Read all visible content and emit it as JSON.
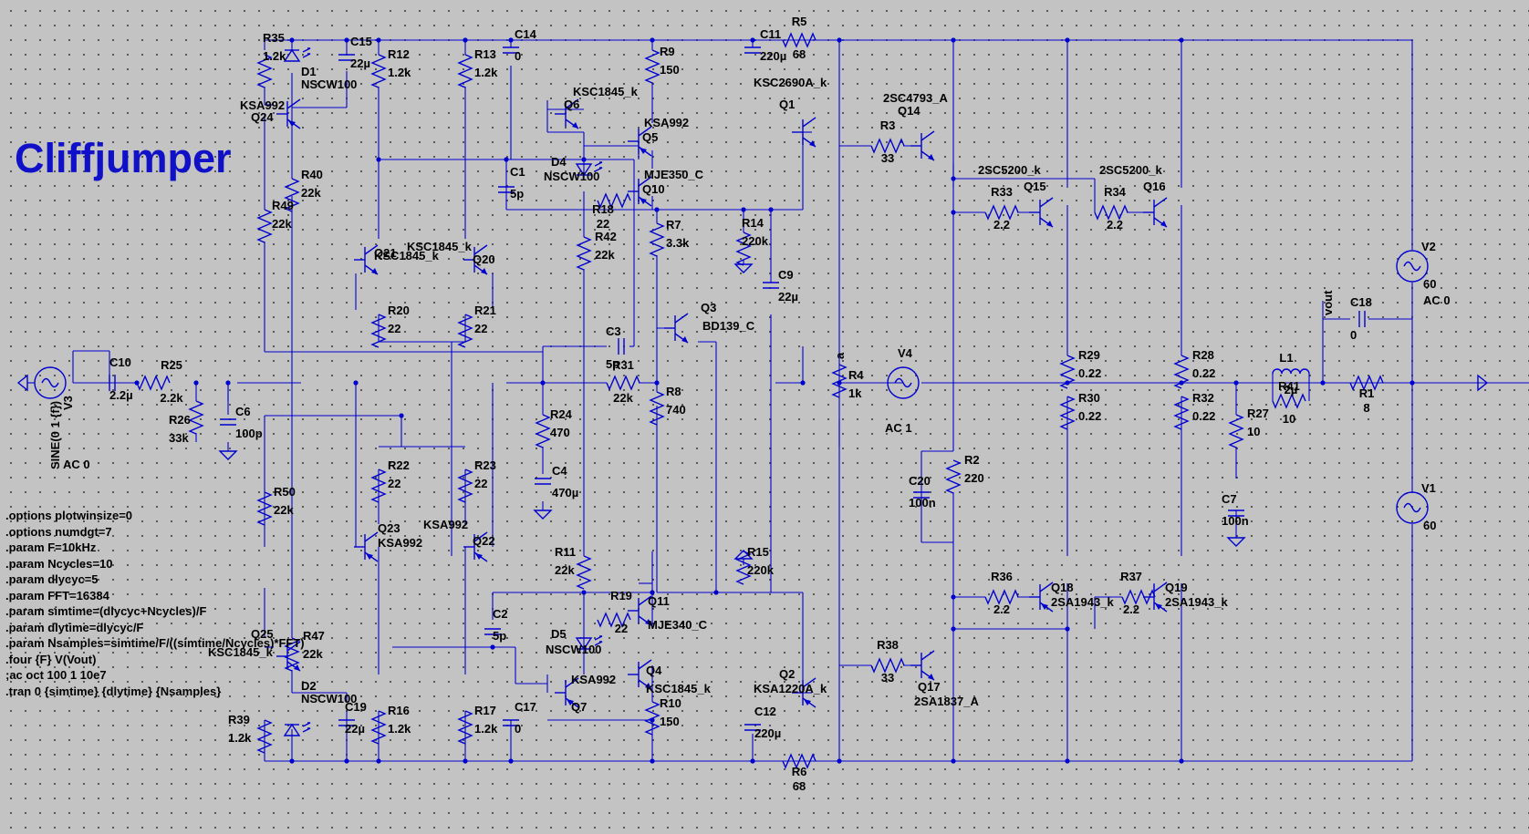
{
  "title": "Cliffjumper",
  "directives": [
    ".options plotwinsize=0",
    ".options numdgt=7",
    ".param F=10kHz",
    ".param Ncycles=10",
    ".param dlycyc=5",
    ".param FFT=16384",
    ".param simtime=(dlycyc+Ncycles)/F",
    ".param dlytime=dlycyc/F",
    ".param Nsamples=simtime/F/((simtime/Ncycles)*FFT)",
    ".four {F} V(Vout)",
    ";ac oct 100 1 10e7",
    ".tran 0 {simtime} {dlytime} {Nsamples}"
  ],
  "resistors": [
    {
      "ref": "R35",
      "value": "1.2k",
      "orient": "v"
    },
    {
      "ref": "R12",
      "value": "1.2k",
      "orient": "v"
    },
    {
      "ref": "R13",
      "value": "1.2k",
      "orient": "v"
    },
    {
      "ref": "R9",
      "value": "150",
      "orient": "v"
    },
    {
      "ref": "R5",
      "value": "68",
      "orient": "h"
    },
    {
      "ref": "R40",
      "value": "22k",
      "orient": "v"
    },
    {
      "ref": "R49",
      "value": "22k",
      "orient": "v"
    },
    {
      "ref": "R20",
      "value": "22",
      "orient": "v"
    },
    {
      "ref": "R21",
      "value": "22",
      "orient": "v"
    },
    {
      "ref": "R42",
      "value": "22k",
      "orient": "v"
    },
    {
      "ref": "R18",
      "value": "22",
      "orient": "h"
    },
    {
      "ref": "R7",
      "value": "3.3k",
      "orient": "v"
    },
    {
      "ref": "R14",
      "value": "220k",
      "orient": "v"
    },
    {
      "ref": "R3",
      "value": "33",
      "orient": "h"
    },
    {
      "ref": "R33",
      "value": "2.2",
      "orient": "h"
    },
    {
      "ref": "R34",
      "value": "2.2",
      "orient": "h"
    },
    {
      "ref": "R25",
      "value": "2.2k",
      "orient": "h"
    },
    {
      "ref": "R26",
      "value": "33k",
      "orient": "v"
    },
    {
      "ref": "R24",
      "value": "470",
      "orient": "v"
    },
    {
      "ref": "R31",
      "value": "22k",
      "orient": "h"
    },
    {
      "ref": "R8",
      "value": "740",
      "orient": "v"
    },
    {
      "ref": "R4",
      "value": "1k",
      "orient": "v"
    },
    {
      "ref": "R29",
      "value": "0.22",
      "orient": "v"
    },
    {
      "ref": "R28",
      "value": "0.22",
      "orient": "v"
    },
    {
      "ref": "R30",
      "value": "0.22",
      "orient": "v"
    },
    {
      "ref": "R32",
      "value": "0.22",
      "orient": "v"
    },
    {
      "ref": "R27",
      "value": "10",
      "orient": "v"
    },
    {
      "ref": "R41",
      "value": "10",
      "orient": "h"
    },
    {
      "ref": "R1",
      "value": "8",
      "orient": "h"
    },
    {
      "ref": "R22",
      "value": "22",
      "orient": "v"
    },
    {
      "ref": "R23",
      "value": "22",
      "orient": "v"
    },
    {
      "ref": "R2",
      "value": "220",
      "orient": "v"
    },
    {
      "ref": "R50",
      "value": "22k",
      "orient": "v"
    },
    {
      "ref": "R11",
      "value": "22k",
      "orient": "v"
    },
    {
      "ref": "R19",
      "value": "22",
      "orient": "h"
    },
    {
      "ref": "R15",
      "value": "220k",
      "orient": "v"
    },
    {
      "ref": "R36",
      "value": "2.2",
      "orient": "h"
    },
    {
      "ref": "R37",
      "value": "2.2",
      "orient": "h"
    },
    {
      "ref": "R47",
      "value": "22k",
      "orient": "v"
    },
    {
      "ref": "R38",
      "value": "33",
      "orient": "h"
    },
    {
      "ref": "R39",
      "value": "1.2k",
      "orient": "v"
    },
    {
      "ref": "R16",
      "value": "1.2k",
      "orient": "v"
    },
    {
      "ref": "R17",
      "value": "1.2k",
      "orient": "v"
    },
    {
      "ref": "R10",
      "value": "150",
      "orient": "v"
    },
    {
      "ref": "R6",
      "value": "68",
      "orient": "h"
    }
  ],
  "capacitors": [
    {
      "ref": "C15",
      "value": "22µ"
    },
    {
      "ref": "C14",
      "value": "0"
    },
    {
      "ref": "C11",
      "value": "220µ"
    },
    {
      "ref": "C1",
      "value": "5p"
    },
    {
      "ref": "C10",
      "value": "2.2µ"
    },
    {
      "ref": "C6",
      "value": "100p"
    },
    {
      "ref": "C3",
      "value": "5p"
    },
    {
      "ref": "C9",
      "value": "22µ"
    },
    {
      "ref": "C4",
      "value": "470µ"
    },
    {
      "ref": "C18",
      "value": "0"
    },
    {
      "ref": "C20",
      "value": "100n"
    },
    {
      "ref": "C7",
      "value": "100n"
    },
    {
      "ref": "C2",
      "value": "5p"
    },
    {
      "ref": "C19",
      "value": "22µ"
    },
    {
      "ref": "C17",
      "value": "0"
    },
    {
      "ref": "C12",
      "value": "220µ"
    }
  ],
  "transistors": [
    {
      "ref": "Q24",
      "model": "KSA992"
    },
    {
      "ref": "Q6",
      "model": "KSC1845_k"
    },
    {
      "ref": "Q5",
      "model": "KSA992"
    },
    {
      "ref": "Q10",
      "model": "MJE350_C"
    },
    {
      "ref": "Q1",
      "model": "KSC2690A_k"
    },
    {
      "ref": "Q14",
      "model": "2SC4793_A"
    },
    {
      "ref": "Q15",
      "model": "2SC5200_k"
    },
    {
      "ref": "Q16",
      "model": "2SC5200_k"
    },
    {
      "ref": "Q21",
      "model": "KSC1845_k"
    },
    {
      "ref": "Q20",
      "model": "KSC1845_k"
    },
    {
      "ref": "Q3",
      "model": "BD139_C"
    },
    {
      "ref": "Q23",
      "model": "KSA992"
    },
    {
      "ref": "Q22",
      "model": "KSA992"
    },
    {
      "ref": "Q11",
      "model": "MJE340_C"
    },
    {
      "ref": "Q4",
      "model": "KSC1845_k"
    },
    {
      "ref": "Q7",
      "model": "KSA992"
    },
    {
      "ref": "Q18",
      "model": "2SA1943_k"
    },
    {
      "ref": "Q19",
      "model": "2SA1943_k"
    },
    {
      "ref": "Q17",
      "model": "2SA1837_A"
    },
    {
      "ref": "Q25",
      "model": "KSC1845_k"
    },
    {
      "ref": "Q2",
      "model": "KSA1220A_k"
    }
  ],
  "diodes": [
    {
      "ref": "D1",
      "model": "NSCW100"
    },
    {
      "ref": "D4",
      "model": "NSCW100"
    },
    {
      "ref": "D5",
      "model": "NSCW100"
    },
    {
      "ref": "D2",
      "model": "NSCW100"
    }
  ],
  "sources": [
    {
      "ref": "V3",
      "value": "SINE(0 1 {f})",
      "ac": "AC 0"
    },
    {
      "ref": "V4",
      "value": "AC 1"
    },
    {
      "ref": "V2",
      "value": "60",
      "ac": "AC 0"
    },
    {
      "ref": "V1",
      "value": "60"
    }
  ],
  "inductors": [
    {
      "ref": "L1",
      "value": "2µ"
    }
  ],
  "nets": [
    {
      "name": "vout"
    },
    {
      "name": "a"
    }
  ],
  "colors": {
    "wire": "#0000d0",
    "background": "#c3c3c3",
    "title": "#1010c8",
    "text": "#000000"
  }
}
